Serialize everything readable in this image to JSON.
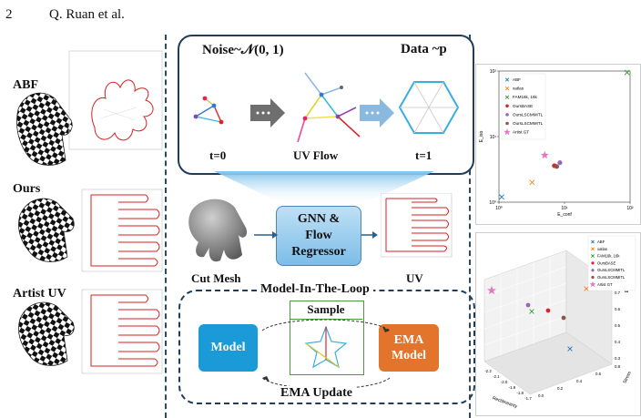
{
  "header": {
    "page_number": "2",
    "authors": "Q. Ruan et al."
  },
  "left_labels": {
    "abf": "ABF",
    "ours": "Ours",
    "artist": "Artist UV"
  },
  "noise_panel": {
    "noise_label": "Noise~𝒩(0, 1)",
    "data_label": "Data ~p",
    "t0": "t=0",
    "flow": "UV Flow",
    "t1": "t=1"
  },
  "center": {
    "regressor": [
      "GNN &",
      "Flow",
      "Regressor"
    ],
    "cut_mesh": "Cut Mesh",
    "uv": "UV"
  },
  "loop": {
    "title": "Model-In-The-Loop",
    "sample": "Sample",
    "model": "Model",
    "ema_model": [
      "EMA",
      "Model"
    ],
    "ema_update": "EMA Update"
  },
  "chart_data": [
    {
      "type": "scatter",
      "xlabel": "E_conf",
      "ylabel": "E_iso",
      "xscale": "log",
      "yscale": "log",
      "xlim": [
        1,
        100
      ],
      "ylim": [
        1,
        100
      ],
      "x_ticks": [
        "10⁰",
        "10¹",
        "10²"
      ],
      "y_ticks": [
        "10⁰",
        "10¹",
        "10²"
      ],
      "legend": "top-left",
      "series": [
        {
          "name": "ABF",
          "marker": "x",
          "color": "#1f77b4",
          "x": [
            1.1
          ],
          "y": [
            1.2
          ]
        },
        {
          "name": "xatlas",
          "marker": "x",
          "color": "#ff7f0e",
          "x": [
            3.2
          ],
          "y": [
            2.0
          ]
        },
        {
          "name": "FAM",
          "name_sub": "16k, 16k",
          "marker": "x",
          "color": "#2ca02c",
          "x": [
            90
          ],
          "y": [
            95
          ]
        },
        {
          "name": "Ours",
          "name_sub": "BASE",
          "marker": "o",
          "color": "#d62728",
          "x": [
            7.0
          ],
          "y": [
            3.6
          ]
        },
        {
          "name": "Ours",
          "name_sub": "MITL",
          "name_sup": "LSCM",
          "marker": "o",
          "color": "#9467bd",
          "x": [
            8.5
          ],
          "y": [
            4.0
          ]
        },
        {
          "name": "Ours",
          "name_sub": "MITL",
          "name_sup": "LSCM",
          "marker": "o",
          "color": "#8c564b",
          "x": [
            7.6
          ],
          "y": [
            3.5
          ]
        },
        {
          "name": "Artist GT",
          "marker": "star",
          "color": "#e377c2",
          "x": [
            5.0
          ],
          "y": [
            5.2
          ]
        }
      ]
    },
    {
      "type": "scatter",
      "projection": "3d",
      "xlabel": "Rectilinearity",
      "ylabel": "Stress",
      "zlabel": "E_iso",
      "x_ticks": [
        "-2.2",
        "-2.1",
        "-2.0",
        "-1.9",
        "-1.8",
        "-1.7"
      ],
      "y_ticks": [
        "0.0",
        "0.2",
        "0.4",
        "0.6",
        "0.8"
      ],
      "z_ticks": [
        "0.3",
        "0.4",
        "0.5",
        "0.6",
        "0.7"
      ],
      "legend": "top-right",
      "series": [
        {
          "name": "ABF",
          "color": "#1f77b4"
        },
        {
          "name": "xatlas",
          "color": "#ff7f0e"
        },
        {
          "name": "FAM",
          "name_sub": "16k, 16k",
          "color": "#2ca02c"
        },
        {
          "name": "Ours",
          "name_sub": "BASE",
          "color": "#d62728"
        },
        {
          "name": "Ours",
          "name_sub": "MITL",
          "name_sup": "LSCM",
          "color": "#9467bd"
        },
        {
          "name": "Ours",
          "name_sub": "MITL",
          "name_sup": "LSCM",
          "color": "#8c564b"
        },
        {
          "name": "Artist GT",
          "color": "#e377c2"
        }
      ]
    }
  ]
}
